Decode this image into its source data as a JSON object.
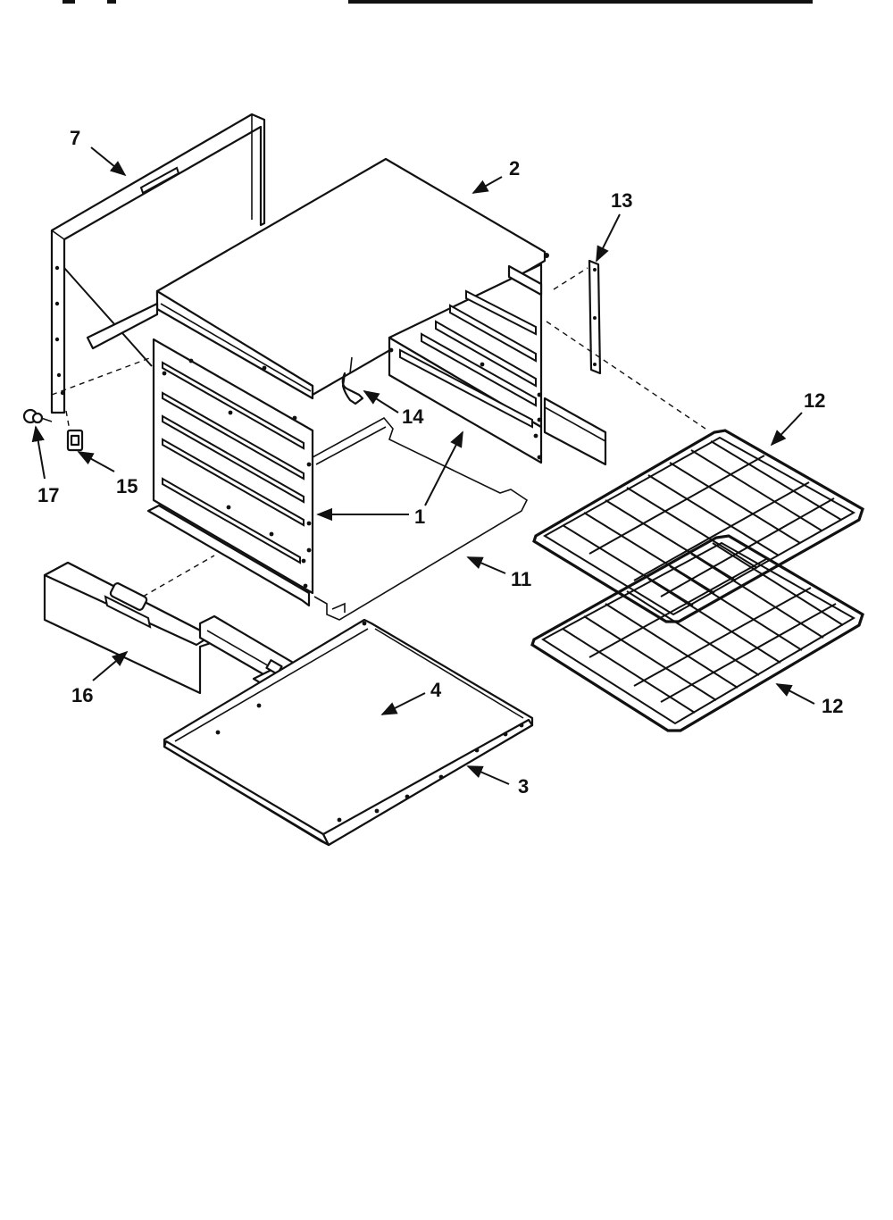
{
  "diagram": {
    "callouts": [
      {
        "id": "1",
        "text": "1"
      },
      {
        "id": "2",
        "text": "2"
      },
      {
        "id": "3",
        "text": "3"
      },
      {
        "id": "4",
        "text": "4"
      },
      {
        "id": "7",
        "text": "7"
      },
      {
        "id": "11",
        "text": "11"
      },
      {
        "id": "12a",
        "text": "12"
      },
      {
        "id": "12b",
        "text": "12"
      },
      {
        "id": "13",
        "text": "13"
      },
      {
        "id": "14",
        "text": "14"
      },
      {
        "id": "15",
        "text": "15"
      },
      {
        "id": "16",
        "text": "16"
      },
      {
        "id": "17",
        "text": "17"
      }
    ]
  }
}
